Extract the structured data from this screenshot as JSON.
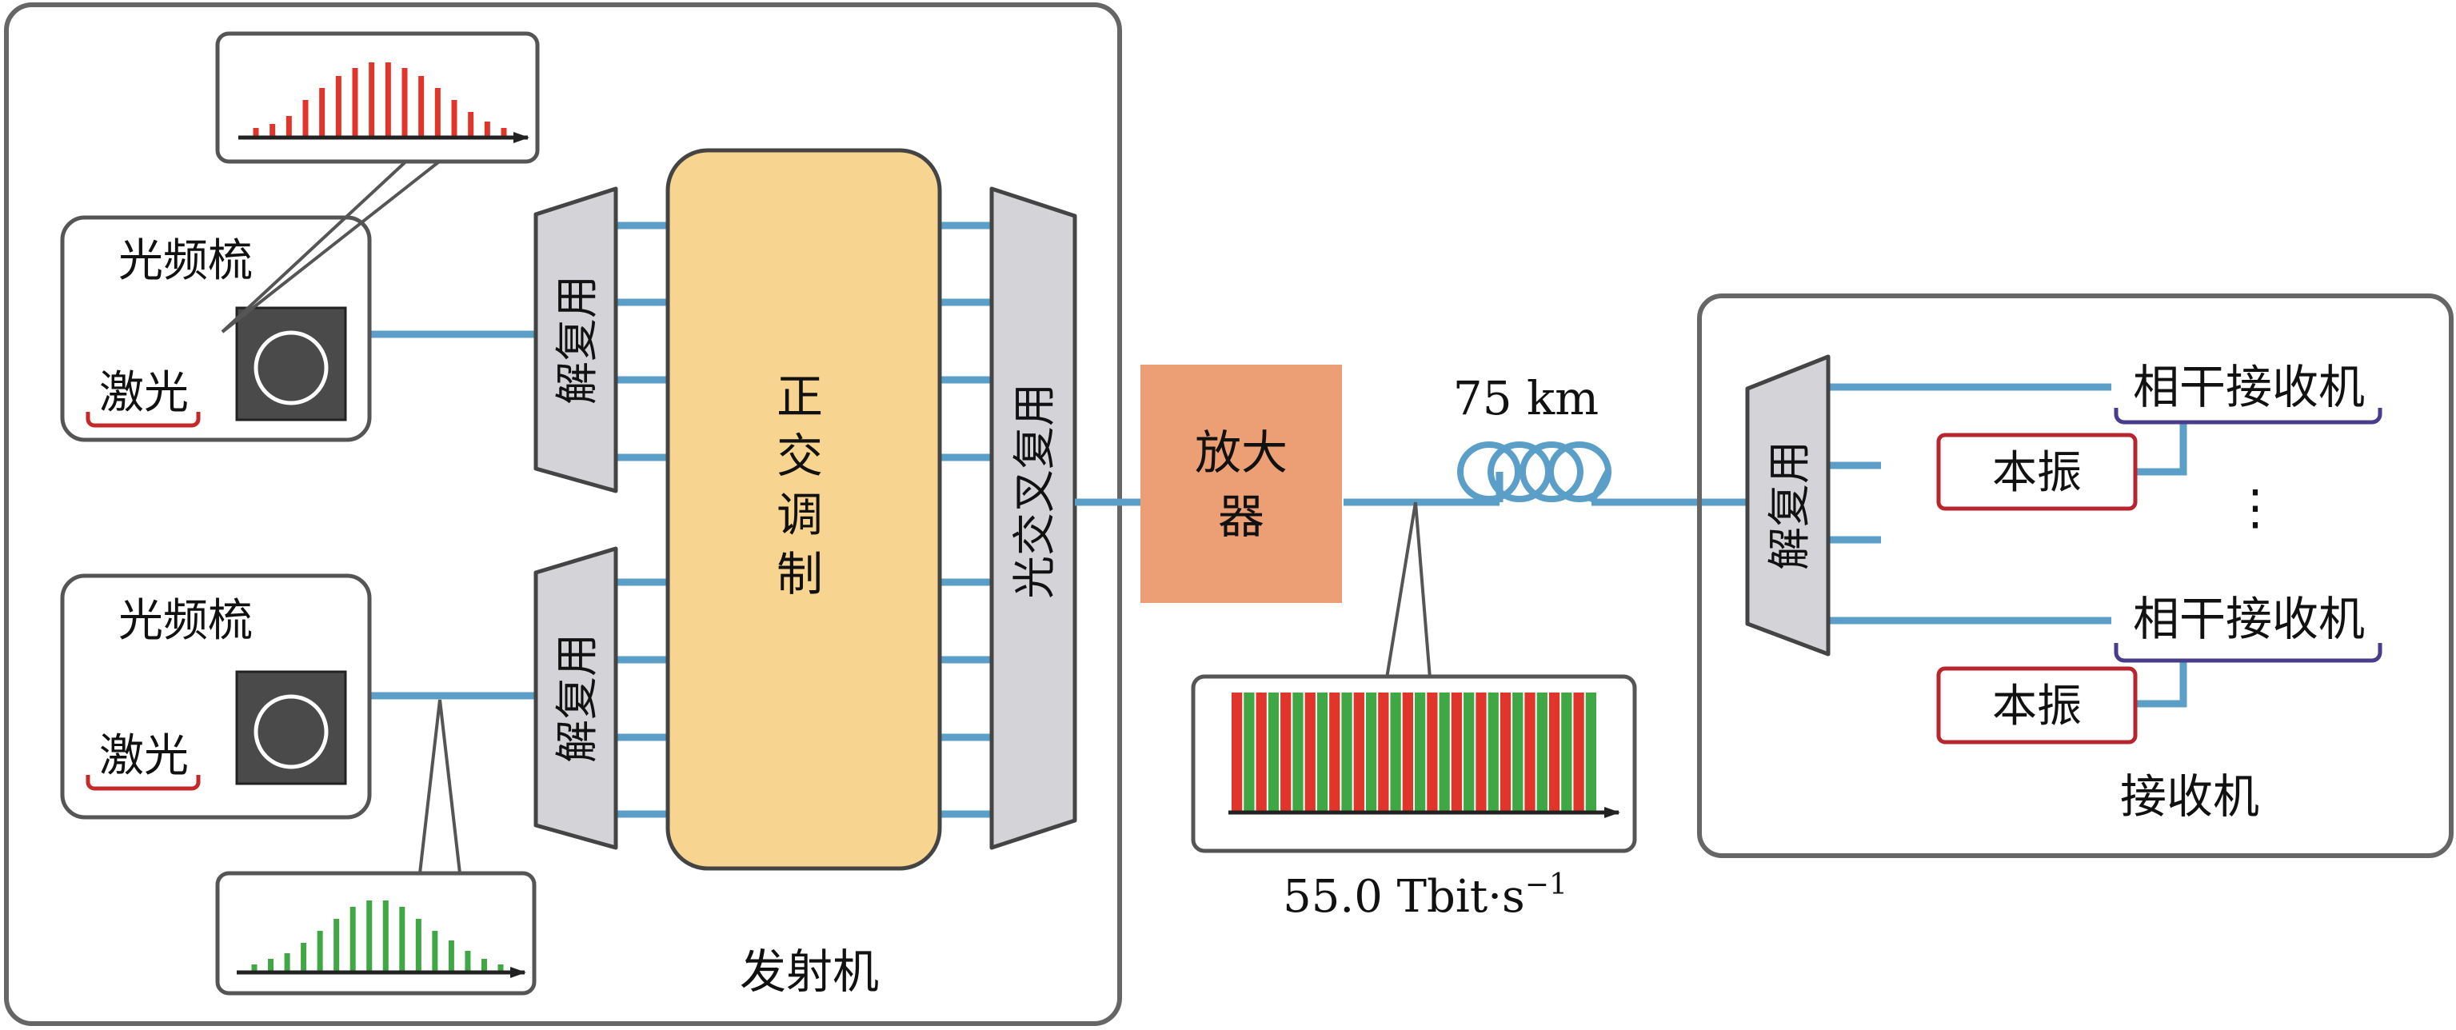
{
  "transmitter": {
    "label": "发射机",
    "comb_top": {
      "title": "光频梳",
      "laser": "激光"
    },
    "comb_bottom": {
      "title": "光频梳",
      "laser": "激光"
    },
    "demux_top": "解复用",
    "demux_bottom": "解复用",
    "modulation": "正交调制",
    "mux": "光交叉复用"
  },
  "amplifier": "放大器",
  "fiber": {
    "length": "75 km"
  },
  "capacity": {
    "value": "55.0 Tbit·s",
    "exponent": "−1"
  },
  "receiver": {
    "label": "接收机",
    "demux": "解复用",
    "coherent_rx_top": "相干接收机",
    "coherent_rx_bottom": "相干接收机",
    "lo_top": "本振",
    "lo_bottom": "本振",
    "ellipsis": "⋮"
  },
  "colors": {
    "fiber": "#5b9fc9",
    "modulator": "#f7d48f",
    "amplifier": "#ec9f75",
    "red_line": "#e0352b",
    "green_line": "#3fa743",
    "gray_block": "#d3d3d8",
    "receiver_box_top": "#4a3c8c",
    "receiver_box_bottom": "#b8252c"
  },
  "spectra": {
    "red_comb": [
      0.1,
      0.15,
      0.25,
      0.45,
      0.6,
      0.75,
      0.85,
      0.92,
      0.92,
      0.85,
      0.75,
      0.6,
      0.45,
      0.3,
      0.18,
      0.1
    ],
    "green_comb": [
      0.08,
      0.15,
      0.22,
      0.35,
      0.5,
      0.65,
      0.8,
      0.88,
      0.88,
      0.8,
      0.65,
      0.5,
      0.38,
      0.25,
      0.15,
      0.08
    ],
    "output": [
      {
        "c": "r"
      },
      {
        "c": "g"
      },
      {
        "c": "r"
      },
      {
        "c": "g"
      },
      {
        "c": "r"
      },
      {
        "c": "g"
      },
      {
        "c": "r"
      },
      {
        "c": "g"
      },
      {
        "c": "r"
      },
      {
        "c": "g"
      },
      {
        "c": "r"
      },
      {
        "c": "g"
      },
      {
        "c": "r"
      },
      {
        "c": "g"
      },
      {
        "c": "r"
      },
      {
        "c": "g"
      },
      {
        "c": "r"
      },
      {
        "c": "g"
      },
      {
        "c": "r"
      },
      {
        "c": "g"
      },
      {
        "c": "r"
      },
      {
        "c": "g"
      },
      {
        "c": "r"
      },
      {
        "c": "g"
      },
      {
        "c": "r"
      },
      {
        "c": "g"
      },
      {
        "c": "r"
      },
      {
        "c": "g"
      },
      {
        "c": "r"
      },
      {
        "c": "g"
      }
    ]
  }
}
